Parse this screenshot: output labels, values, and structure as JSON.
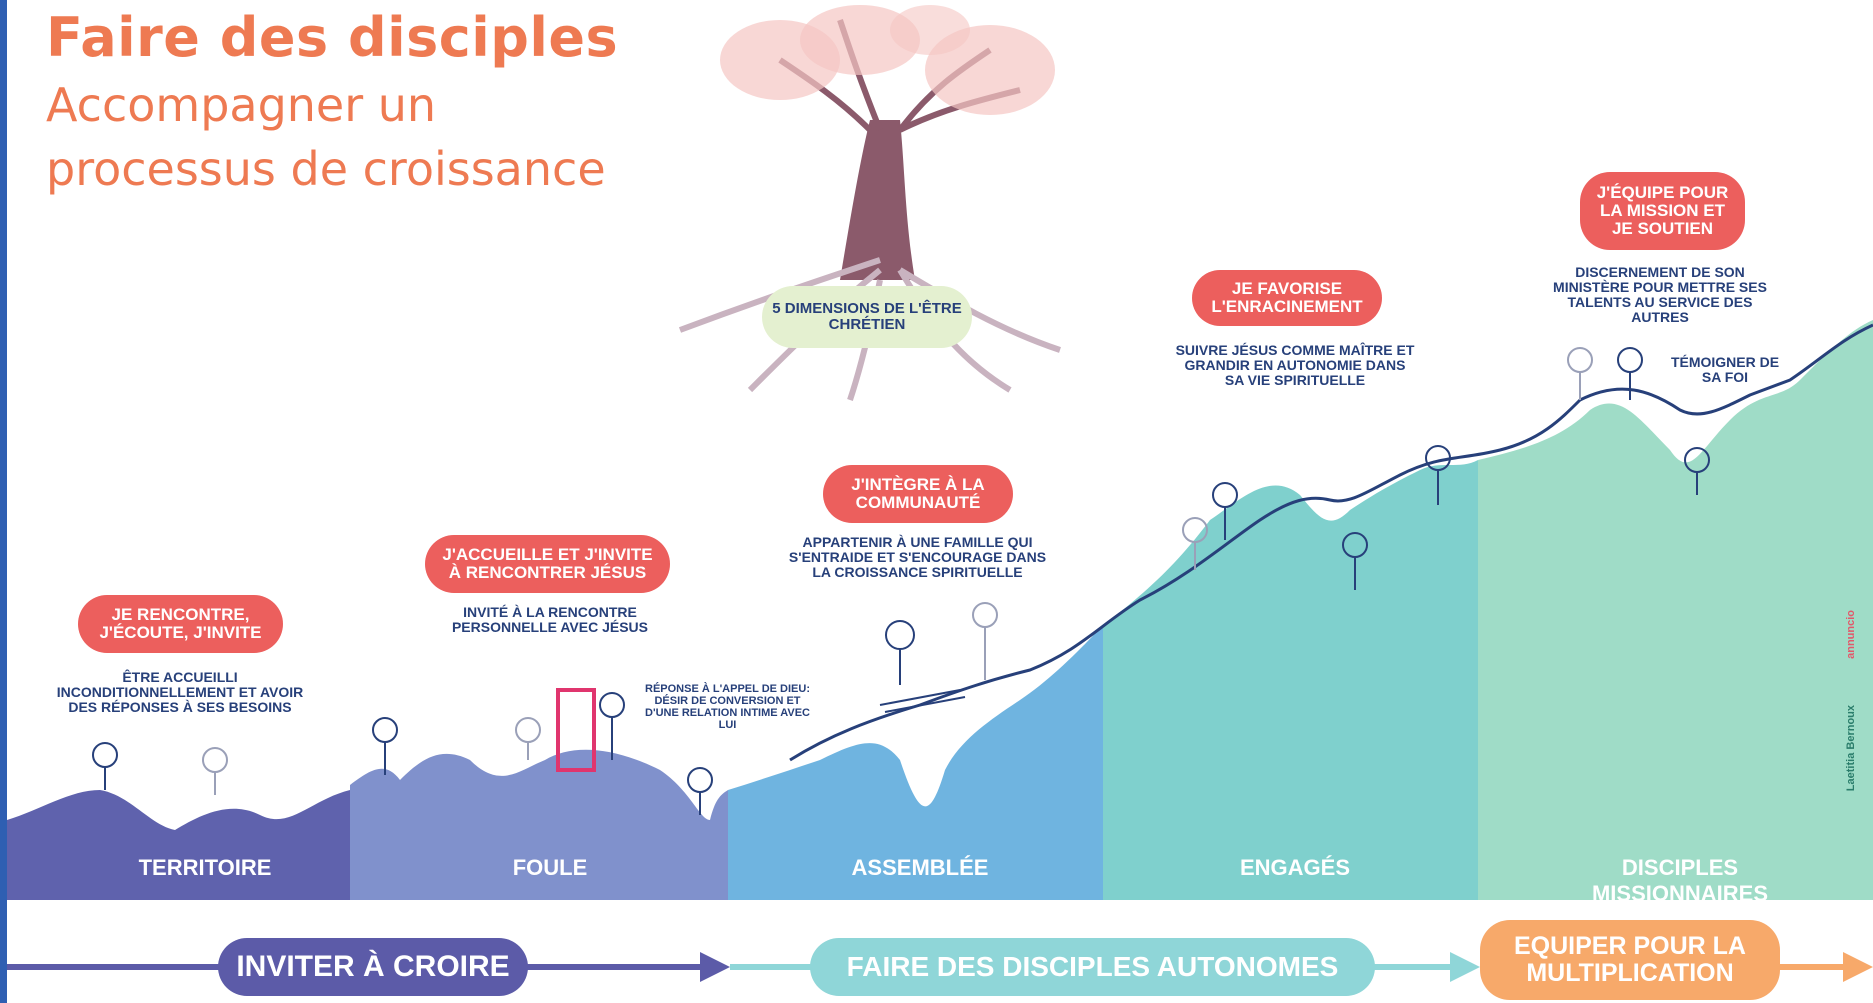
{
  "title": {
    "line1": "Faire des disciples",
    "line2": "Accompagner un",
    "line3": "processus de croissance"
  },
  "tree": {
    "label": "5 dimensions de l'être chrétien"
  },
  "stages": [
    {
      "band": "Territoire",
      "pill": "Je rencontre, j'écoute, j'invite",
      "desc": "Être accueilli inconditionnellement et avoir des réponses à ses besoins"
    },
    {
      "band": "Foule",
      "pill": "J'accueille et j'invite à rencontrer Jésus",
      "desc": "Invité à la rencontre personnelle avec Jésus",
      "extra": "Réponse à l'appel de Dieu: désir de conversion et d'une relation intime avec Lui"
    },
    {
      "band": "Assemblée",
      "pill": "J'intègre à la communauté",
      "desc": "Appartenir à une famille qui s'entraide et s'encourage dans la croissance spirituelle"
    },
    {
      "band": "Engagés",
      "pill": "Je favorise l'enracinement",
      "desc": "Suivre Jésus comme maître et grandir en autonomie dans sa vie spirituelle"
    },
    {
      "band": "Disciples missionnaires",
      "pill": "J'équipe pour la mission et je soutien",
      "desc": "Discernement de son ministère pour mettre ses talents au service des autres",
      "extra": "Témoigner de sa foi"
    }
  ],
  "arrows": [
    {
      "label": "Inviter à croire",
      "color": "#5c5ba8"
    },
    {
      "label": "Faire des disciples autonomes",
      "color": "#8fd6d8"
    },
    {
      "label": "Equiper pour la multiplication",
      "color": "#f7a96a"
    }
  ],
  "credits": {
    "artist": "Laetitia Bernoux",
    "brand": "annuncio"
  },
  "colors": {
    "title": "#ee7a52",
    "pill": "#ec5f5d",
    "text": "#27407a",
    "band1": "#5f62ad",
    "band2": "#7f8fcb",
    "band3": "#6fb4e0",
    "band4": "#7fd0cd",
    "band5": "#9fdcc7"
  }
}
